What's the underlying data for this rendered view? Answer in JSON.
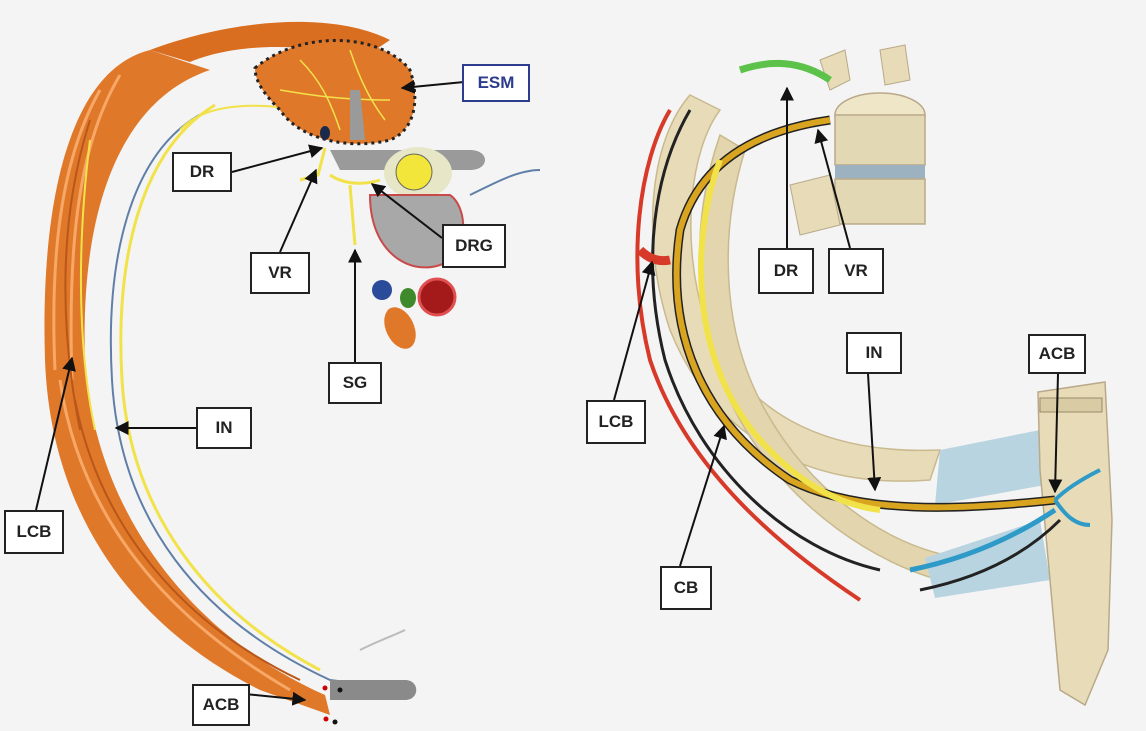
{
  "left_panel": {
    "labels": {
      "esm": "ESM",
      "dr": "DR",
      "vr": "VR",
      "drg": "DRG",
      "sg": "SG",
      "in": "IN",
      "lcb": "LCB",
      "acb": "ACB"
    }
  },
  "right_panel": {
    "labels": {
      "dr": "DR",
      "vr": "VR",
      "in": "IN",
      "acb": "ACB",
      "lcb": "LCB",
      "cb": "CB"
    }
  },
  "colors": {
    "muscle": "#e0782a",
    "muscle_dark": "#c85f1a",
    "nerve_yellow": "#f2e24a",
    "nerve_blue": "#5f7fa8",
    "bone": "#e8dcb8",
    "bone_shade": "#c9b98e",
    "cartilage": "#b8d4e0",
    "intercostal_nerve": "#d9a520",
    "artery_red": "#d83a2a",
    "vein_blue": "#2e9ac8",
    "dorsal_green": "#5cc24a",
    "vertebra_grey": "#9a9a9a"
  }
}
